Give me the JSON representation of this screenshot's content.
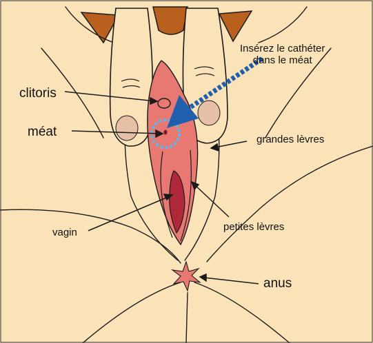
{
  "instruction": {
    "line1": "Insérez le cathéter",
    "line2": "dans le méat"
  },
  "labels": {
    "clitoris": "clitoris",
    "meatus": "méat",
    "labia_majora": "grandes lèvres",
    "vagina": "vagin",
    "labia_minora": "petites lèvres",
    "anus": "anus"
  },
  "colors": {
    "skin": "#fbe3b9",
    "mucosa": "#e87872",
    "vaginal_opening": "#b0293a",
    "hair": "#b9601f",
    "knuckle": "#e7c0a8",
    "arrow": "#1f5fae",
    "target_ring": "#5cb8ea"
  }
}
